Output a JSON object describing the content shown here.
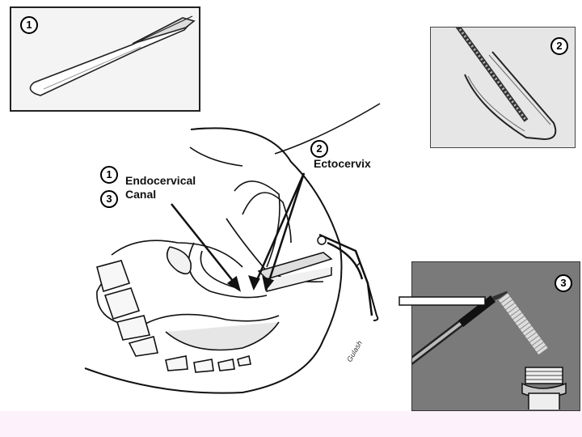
{
  "panels": [
    {
      "number": "1",
      "tool": "spatula"
    },
    {
      "number": "2",
      "tool": "endocervical-brush"
    },
    {
      "number": "3",
      "tool": "broom-and-vial"
    }
  ],
  "labels": {
    "endocervical": {
      "numbers": [
        "1",
        "3"
      ],
      "line1": "Endocervical",
      "line2": "Canal"
    },
    "ectocervix": {
      "number": "2",
      "text": "Ectocervix"
    }
  },
  "signature": "Gulash",
  "colors": {
    "panel3_background": "#7a7a7a",
    "bottom_strip": "#fdf2fb",
    "outline": "#111111"
  }
}
